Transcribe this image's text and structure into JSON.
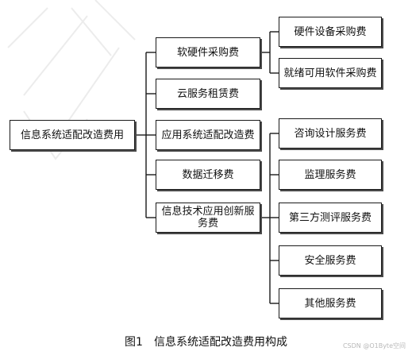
{
  "root": {
    "label": "信息系统适配改造费用"
  },
  "level1": [
    {
      "label": "软硬件采购费"
    },
    {
      "label": "云服务租赁费"
    },
    {
      "label": "应用系统适配改造费"
    },
    {
      "label": "数据迁移费"
    },
    {
      "label": "信息技术应用创新服务费"
    }
  ],
  "level2_procurement": [
    {
      "label": "硬件设备采购费"
    },
    {
      "label": "就绪可用软件采购费"
    }
  ],
  "level2_services": [
    {
      "label": "咨询设计服务费"
    },
    {
      "label": "监理服务费"
    },
    {
      "label": "第三方测评服务费"
    },
    {
      "label": "安全服务费"
    },
    {
      "label": "其他服务费"
    }
  ],
  "caption": {
    "figure": "图1",
    "title": "信息系统适配改造费用构成"
  },
  "watermark": {
    "text": "CSDN @O1Byte空间"
  },
  "colors": {
    "line": "#1a1a1a",
    "shadow": "#4a4a4a",
    "watermark": "#b8b8b8"
  }
}
